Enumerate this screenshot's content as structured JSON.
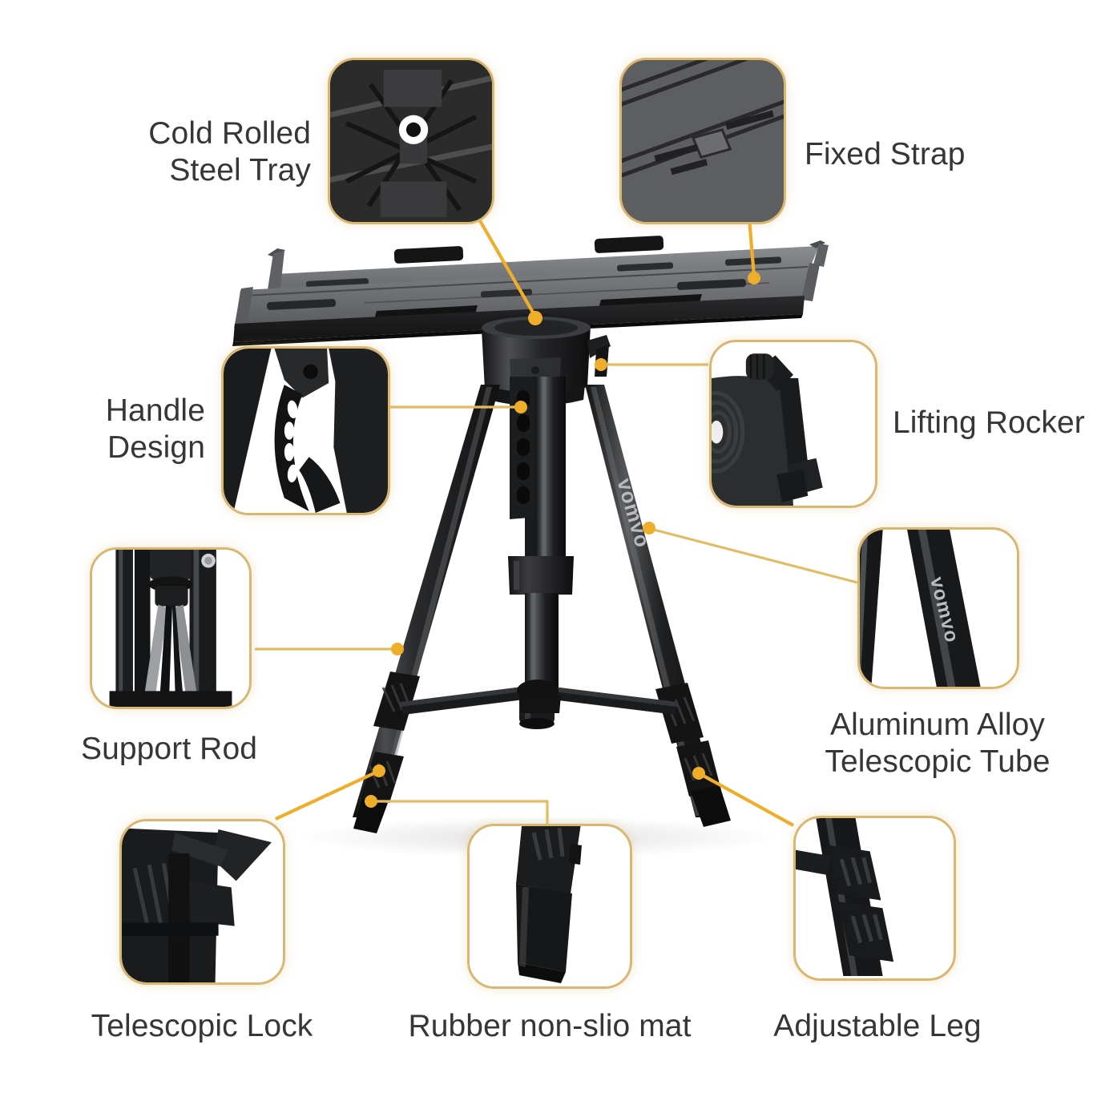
{
  "page": {
    "type": "product-feature-infographic",
    "product": "vomvo adjustable tripod projector stand",
    "brand_mark": "vomvo",
    "background_color": "#ffffff",
    "text_color": "#363636",
    "accent_color": "#efae2a",
    "callout_border_color": "#d9b770"
  },
  "callouts": [
    {
      "id": "cold-rolled-steel-tray",
      "label": "Cold Rolled\nSteel Tray",
      "label_align": "right",
      "thumb_background": "#2f2f2f"
    },
    {
      "id": "fixed-strap",
      "label": "Fixed Strap",
      "label_align": "left",
      "thumb_background": "#5a5a5a"
    },
    {
      "id": "handle-design",
      "label": "Handle Design",
      "label_align": "right",
      "thumb_background": "#ffffff"
    },
    {
      "id": "lifting-rocker",
      "label": "Lifting Rocker",
      "label_align": "left",
      "thumb_background": "#ffffff"
    },
    {
      "id": "support-rod",
      "label": "Support Rod",
      "label_align": "center",
      "thumb_background": "#ffffff"
    },
    {
      "id": "aluminum-alloy-telescopic-tube",
      "label": "Aluminum Alloy\nTelescopic Tube",
      "label_align": "center",
      "thumb_background": "#ffffff"
    },
    {
      "id": "telescopic-lock",
      "label": "Telescopic Lock",
      "label_align": "center",
      "thumb_background": "#ffffff"
    },
    {
      "id": "rubber-non-slio-mat",
      "label": "Rubber non-slio mat",
      "label_align": "center",
      "thumb_background": "#ffffff"
    },
    {
      "id": "adjustable-leg",
      "label": "Adjustable Leg",
      "label_align": "center",
      "thumb_background": "#ffffff"
    }
  ],
  "brand": {
    "leg_logo": "vomvo",
    "tube_logo": "vomvo"
  }
}
